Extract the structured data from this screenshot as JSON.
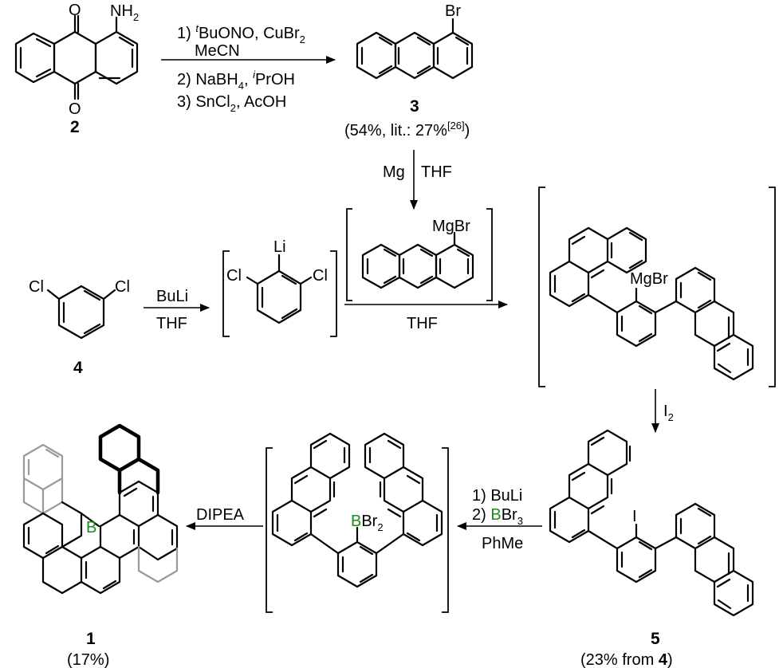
{
  "compounds": {
    "c2": {
      "label": "2",
      "substituent": "NH",
      "sub_digit": "2"
    },
    "c3": {
      "label": "3",
      "substituent": "Br",
      "yield_pre": "(54%, lit.: 27%",
      "yield_ref": "[26]",
      "yield_post": ")"
    },
    "c4": {
      "label": "4",
      "cl_left": "Cl",
      "cl_right": "Cl"
    },
    "lithiated": {
      "li": "Li",
      "cl_left": "Cl",
      "cl_right": "Cl"
    },
    "grignard": {
      "group": "MgBr"
    },
    "bis_grignard": {
      "group": "MgBr"
    },
    "c5": {
      "label": "5",
      "iodo": "I",
      "yield_pre": "(23% from ",
      "yield_ref": "4",
      "yield_post": ")"
    },
    "boron_int": {
      "b": "B",
      "br": "Br",
      "br_digit": "2"
    },
    "c1": {
      "label": "1",
      "b": "B",
      "yield": "(17%)"
    }
  },
  "steps": {
    "s1": {
      "line1_pre": "1) ",
      "line1_sup": "t",
      "line1_main": "BuONO, CuBr",
      "line1_sub": "2",
      "line2": "MeCN",
      "line3_main": "2) NaBH",
      "line3_sub": "4",
      "line3_mid": ", ",
      "line3_sup": "i",
      "line3_post": "PrOH",
      "line4_main": "3) SnCl",
      "line4_sub": "2",
      "line4_post": ", AcOH"
    },
    "s2": {
      "left": "Mg",
      "right": "THF"
    },
    "s3": {
      "above": "BuLi",
      "below": "THF"
    },
    "s4": {
      "below": "THF"
    },
    "s5": {
      "reagent": "I",
      "reagent_sub": "2"
    },
    "s6": {
      "line1": "1) BuLi",
      "line2_pre": "2) ",
      "line2_b": "B",
      "line2_br": "Br",
      "line2_sub": "3",
      "line3": "PhMe"
    },
    "s7": {
      "reagent": "DIPEA"
    }
  },
  "colors": {
    "boron": "#1f8a1f",
    "ring_highlight": "#000000",
    "ring_faded": "#9a9a9a"
  }
}
